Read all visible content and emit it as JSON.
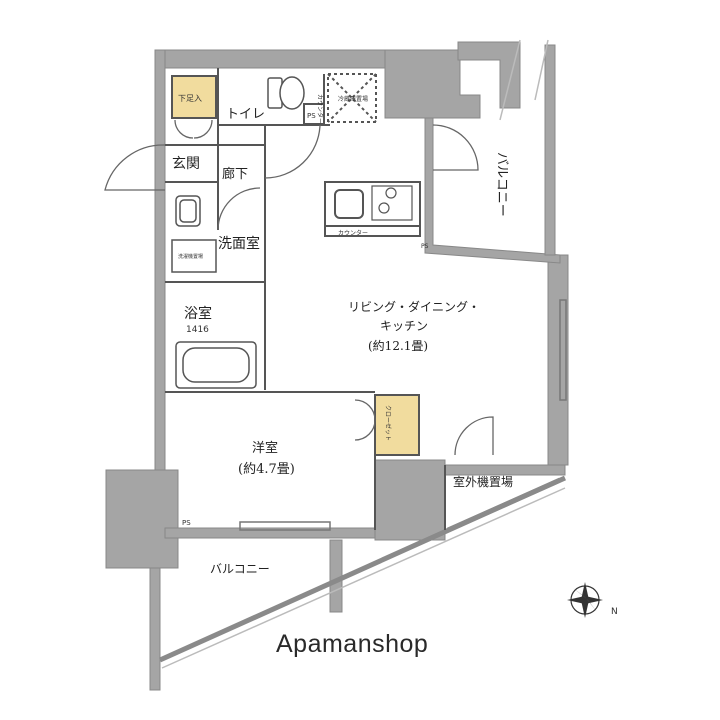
{
  "rooms": {
    "shoe_storage": "下足入",
    "toilet": "トイレ",
    "counter_top": "カウンター",
    "ps_top": "PS",
    "fridge_space": "冷蔵庫置場",
    "entrance": "玄関",
    "hallway": "廊下",
    "balcony_east": "バルコニー",
    "counter_kitchen": "カウンター",
    "ps_kitchen": "PS",
    "washroom": "洗面室",
    "washer_space": "洗濯機置場",
    "bathroom": "浴室",
    "bath_size": "1416",
    "ldk_line1": "リビング・ダイニング・",
    "ldk_line2": "キッチン",
    "ldk_area": "(約12.1畳)",
    "closet": "クローゼット",
    "western_room": "洋室",
    "western_area": "(約4.7畳)",
    "outdoor_unit": "室外機置場",
    "ps_bottom": "PS",
    "balcony_south": "バルコニー"
  },
  "brand": "Apamanshop",
  "compass_mark": "N",
  "colors": {
    "wall": "#a5a5a5",
    "wall_dark": "#8c8c8c",
    "storage": "#f1dc9e",
    "line": "#555555"
  }
}
